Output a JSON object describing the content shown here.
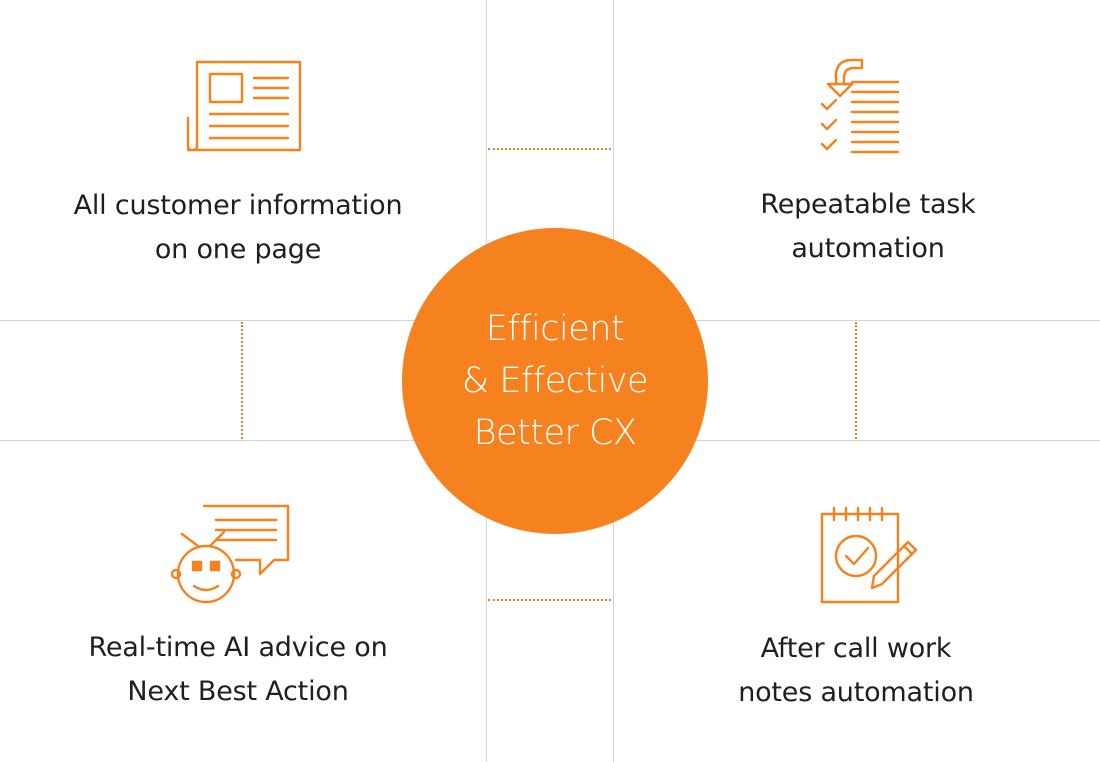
{
  "center": {
    "line1": "Efficient",
    "line2": "& Effective",
    "line3": "Better CX"
  },
  "features": {
    "customer_info": {
      "line1": "All customer information",
      "line2": "on one page",
      "icon": "newspaper-icon"
    },
    "task_automation": {
      "line1": "Repeatable task",
      "line2": "automation",
      "icon": "checklist-icon"
    },
    "ai_advice": {
      "line1": "Real-time AI advice on",
      "line2": "Next Best Action",
      "icon": "robot-chat-icon"
    },
    "notes_automation": {
      "line1": "After call work",
      "line2": "notes automation",
      "icon": "notepad-pencil-icon"
    }
  },
  "colors": {
    "accent": "#f5811f",
    "text": "#1f1f1f",
    "grid": "#d4d4d4"
  }
}
